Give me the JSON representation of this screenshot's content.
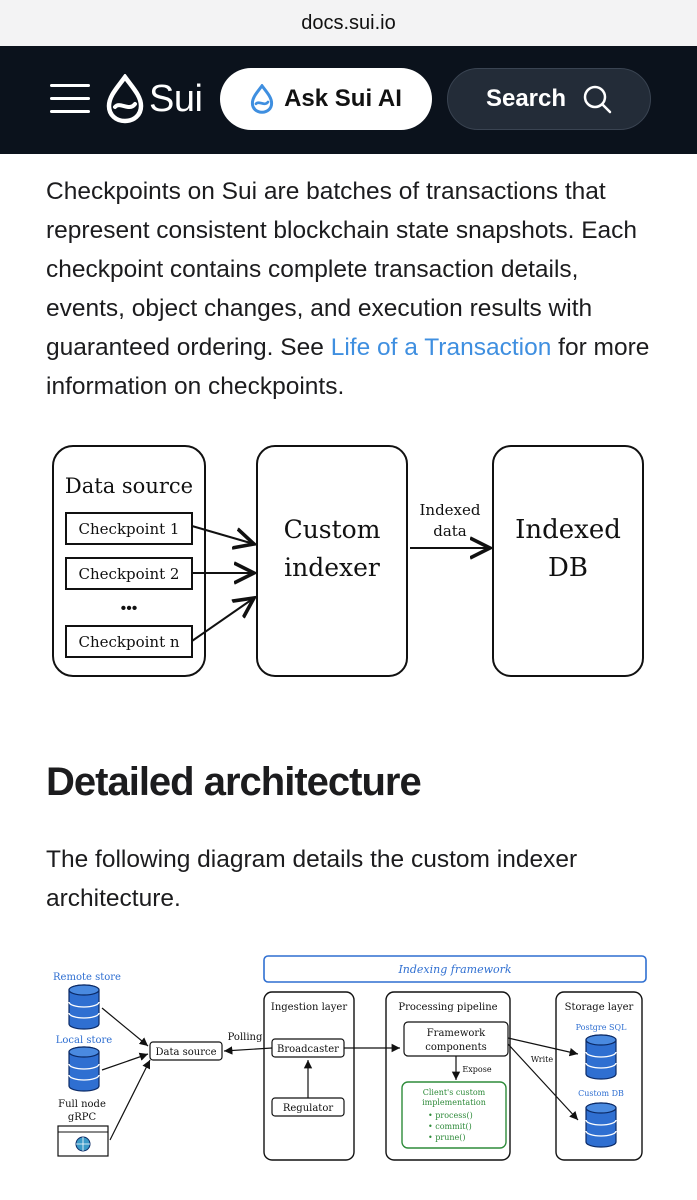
{
  "browser": {
    "url": "docs.sui.io"
  },
  "header": {
    "logo_text": "Sui",
    "ask_label": "Ask Sui AI",
    "search_label": "Search",
    "icons": [
      "menu-icon",
      "sui-drop-icon",
      "search-icon"
    ]
  },
  "intro": {
    "text_before": "Checkpoints on Sui are batches of transactions that represent consistent blockchain state snapshots. Each checkpoint contains complete transaction details, events, object changes, and execution results with guaranteed ordering. See ",
    "link": "Life of a Transaction",
    "text_after": " for more information on checkpoints."
  },
  "diagram1": {
    "data_source": "Data source",
    "checkpoints": [
      "Checkpoint 1",
      "Checkpoint 2",
      "Checkpoint n"
    ],
    "ellipsis": "•••",
    "custom_line1": "Custom",
    "custom_line2": "indexer",
    "arrow_line1": "Indexed",
    "arrow_line2": "data",
    "db_line1": "Indexed",
    "db_line2": "DB"
  },
  "section": {
    "heading": "Detailed architecture",
    "description": "The following diagram details the custom indexer architecture."
  },
  "diagram2": {
    "framework": "Indexing framework",
    "remote_store": "Remote store",
    "local_store": "Local store",
    "full_node_1": "Full node",
    "full_node_2": "gRPC",
    "data_source": "Data source",
    "polling": "Polling",
    "ingestion_layer": "Ingestion layer",
    "broadcaster": "Broadcaster",
    "regulator": "Regulator",
    "processing_pipeline": "Processing pipeline",
    "framework_components_1": "Framework",
    "framework_components_2": "components",
    "expose": "Expose",
    "client_1": "Client's custom",
    "client_2": "implementation",
    "methods": [
      "• process()",
      "• commit()",
      "• prune()"
    ],
    "storage_layer": "Storage layer",
    "write": "Write",
    "postgres": "Postgre SQL",
    "custom_db": "Custom DB",
    "colors": {
      "blue": "#2f6fd1",
      "green": "#2e8b3a"
    }
  }
}
